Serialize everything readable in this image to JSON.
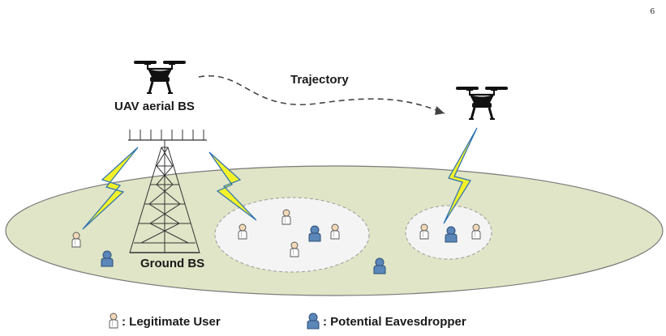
{
  "page_number": "6",
  "labels": {
    "uav": "UAV aerial BS",
    "trajectory": "Trajectory",
    "ground_bs": "Ground BS"
  },
  "legend": {
    "legitimate": ": Legitimate User",
    "eavesdropper": ": Potential Eavesdropper"
  },
  "colors": {
    "ground": "#dfe5c6",
    "ground_stroke": "#7a7a7a",
    "cluster": "#f4f4f4",
    "lightning": "#f3f12a",
    "eavesdropper": "#5b86b8",
    "user": "#f4d9b8"
  },
  "icons": {
    "uav": "drone-icon",
    "tower": "tower-icon",
    "link": "lightning-icon",
    "user": "user-icon",
    "eavesdropper": "eavesdropper-icon"
  }
}
